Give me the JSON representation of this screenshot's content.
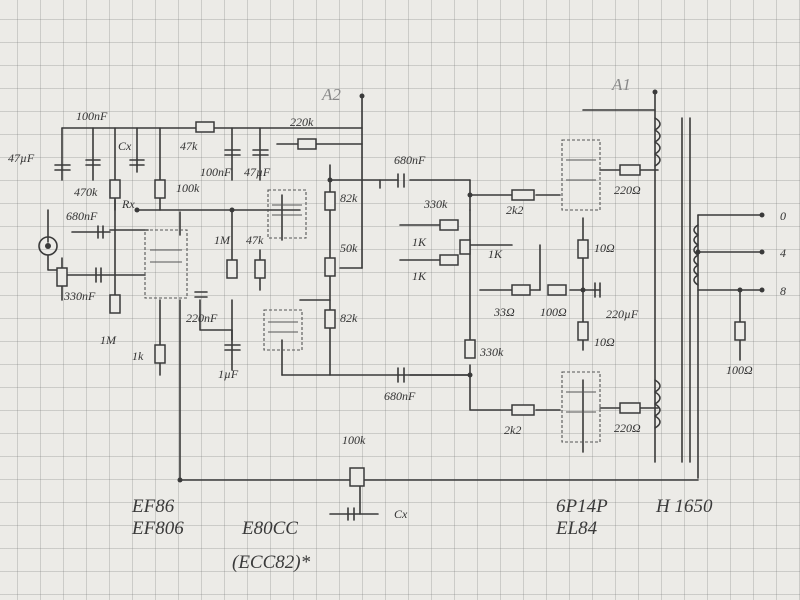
{
  "nodes": {
    "a1": "A1",
    "a2": "A2"
  },
  "tubes": {
    "preamp": [
      "EF86",
      "EF806"
    ],
    "driver": "E80CC",
    "driver_alt": "(ECC82)*",
    "output": [
      "6P14P",
      "EL84"
    ],
    "transformer": "H 1650"
  },
  "outputs": [
    "0",
    "4",
    "8"
  ],
  "components": {
    "c_47uf": "47µF",
    "c_100nf_a": "100nF",
    "cx_a": "Cx",
    "r_470k": "470k",
    "rx": "Rx",
    "r_100k_a": "100k",
    "r_47k_a": "47k",
    "c_100nf_b": "100nF",
    "c_47uf_b": "47µF",
    "r_220k": "220k",
    "c_680nf_in": "680nF",
    "c_330nf": "330nF",
    "r_1m_a": "1M",
    "r_1k_a": "1k",
    "r_1m_b": "1M",
    "r_47k_b": "47k",
    "c_220nf": "220nF",
    "c_1uf": "1µF",
    "r_82k_a": "82k",
    "r_50k": "50k",
    "r_82k_b": "82k",
    "c_680nf_a": "680nF",
    "c_680nf_b": "680nF",
    "r_330k_a": "330k",
    "r_1k_b": "1K",
    "r_1k_c": "1K",
    "r_330k_b": "330k",
    "r_2k2_a": "2k2",
    "r_1k_pot": "1K",
    "r_10r_a": "10Ω",
    "r_33r": "33Ω",
    "r_100r": "100Ω",
    "c_220uf": "220µF",
    "r_10r_b": "10Ω",
    "r_220r_a": "220Ω",
    "r_2k2_b": "2k2",
    "r_220r_b": "220Ω",
    "r_100r_out": "100Ω",
    "r_100k_b": "100k",
    "cx_b": "Cx"
  }
}
